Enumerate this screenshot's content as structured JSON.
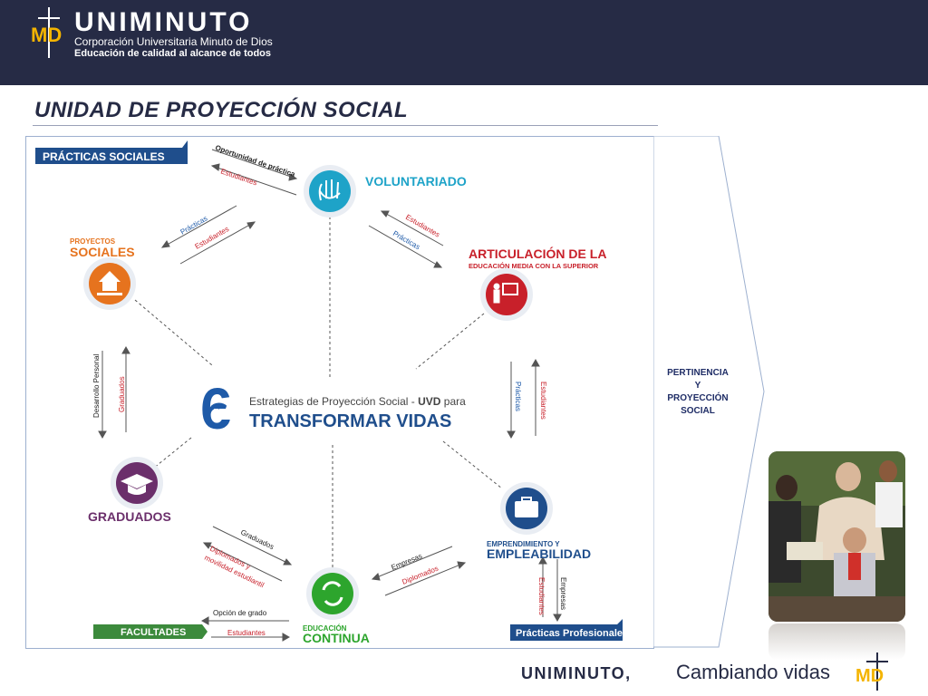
{
  "header": {
    "brand_name": "UNIMINUTO",
    "brand_sub1": "Corporación Universitaria Minuto de Dios",
    "brand_sub2": "Educación de calidad al alcance de todos",
    "logo_text": "MD"
  },
  "title": "UNIDAD DE PROYECCIÓN SOCIAL",
  "diagram": {
    "center": {
      "number": "6",
      "line1": "Estrategias de Proyección Social - ",
      "line1_bold": "UVD",
      "line1_end": " para",
      "line2": "TRANSFORMAR VIDAS"
    },
    "nodes": {
      "voluntariado": "VOLUNTARIADO",
      "proyectos_1": "PROYECTOS",
      "proyectos_2": "SOCIALES",
      "articulacion_1": "ARTICULACIÓN DE LA",
      "articulacion_2": "EDUCACIÓN MEDIA CON LA SUPERIOR",
      "graduados": "GRADUADOS",
      "emprendimiento_1": "EMPRENDIMIENTO Y",
      "emprendimiento_2": "EMPLEABILIDAD",
      "educacion_1": "EDUCACIÓN",
      "educacion_2": "CONTINUA"
    },
    "banners": {
      "practicas_sociales": "PRÁCTICAS SOCIALES",
      "facultades": "FACULTADES",
      "practicas_profesionales": "Prácticas Profesionales"
    },
    "labels": {
      "oportunidad": "Oportunidad de práctica",
      "estudiantes_top": "Estudiantes",
      "practicas_ps": "Prácticas",
      "estudiantes_ps": "Estudiantes",
      "estudiantes_art": "Estudiantes",
      "practicas_art": "Prácticas",
      "desarrollo": "Desarrollo Personal",
      "graduados_lbl": "Graduados",
      "practicas_right": "Prácticas",
      "estudiantes_right": "Estudiantes",
      "graduados_ec": "Graduados",
      "diplomados_ec_1": "Diplomados y",
      "diplomados_ec_2": "movilidad estudiantil",
      "empresas_ec": "Empresas",
      "diplomados_emp": "Diplomados",
      "estudiantes_emp": "Estudiantes",
      "empresas_emp": "Empresas",
      "opcion": "Opción de grado",
      "estudiantes_fac": "Estudiantes"
    }
  },
  "side_label": {
    "line1": "PERTINENCIA",
    "line2": "Y",
    "line3": "PROYECCIÓN",
    "line4": "SOCIAL"
  },
  "footer": {
    "brand": "UNIMINUTO,",
    "slogan": "Cambiando vidas",
    "logo_text": "MD"
  },
  "colors": {
    "header_bg": "#262b45",
    "blue": "#1e5aa8",
    "orange": "#e6731e",
    "red": "#c8202a",
    "teal": "#1ea3c8",
    "purple": "#6b2f6b",
    "green": "#2da52d",
    "banner_blue": "#1f4e8c",
    "banner_green": "#3c8a3c"
  }
}
